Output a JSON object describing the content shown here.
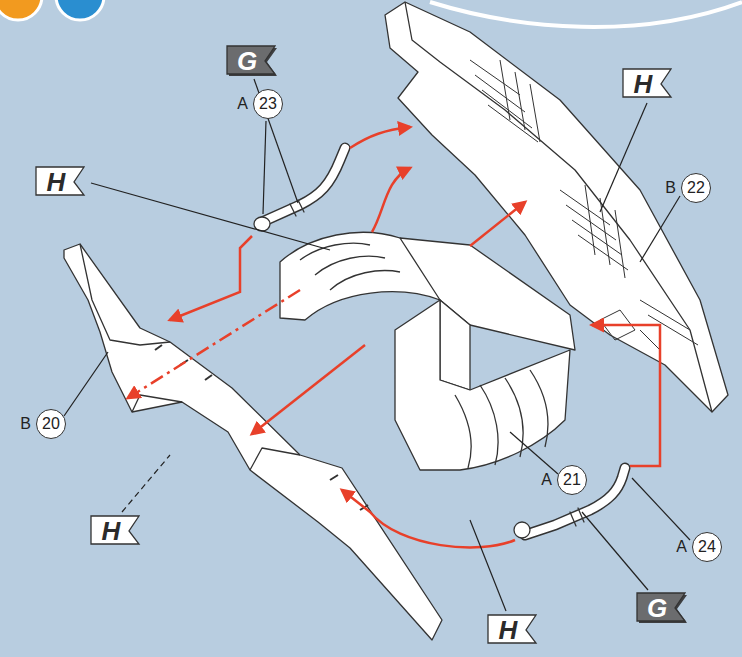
{
  "diagram": {
    "nodes": [
      {
        "text": [
          "G"
        ]
      },
      {
        "text": [
          "H"
        ]
      },
      {
        "text": [
          "A",
          "23"
        ]
      },
      {
        "text": [
          "H"
        ]
      },
      {
        "text": [
          "B",
          "22"
        ]
      },
      {
        "text": [
          "B",
          "20"
        ]
      },
      {
        "text": [
          "A",
          "21"
        ]
      },
      {
        "text": [
          "H"
        ]
      },
      {
        "text": [
          "A",
          "24"
        ]
      },
      {
        "text": [
          "G"
        ]
      },
      {
        "text": [
          "H"
        ]
      }
    ]
  }
}
